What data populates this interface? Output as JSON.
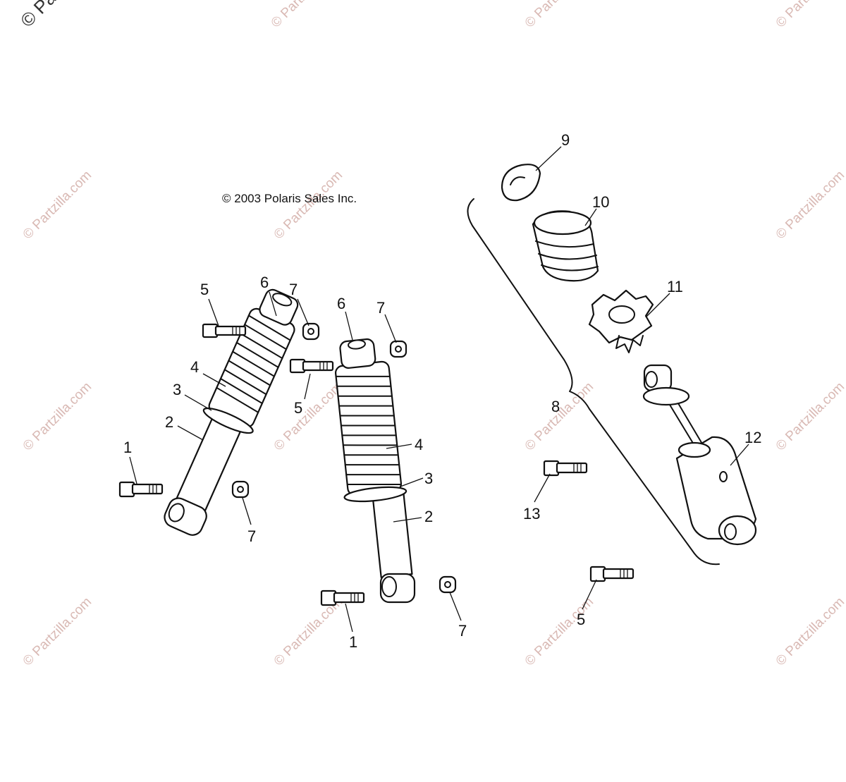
{
  "copyright": "© 2003 Polaris Sales Inc.",
  "watermark": {
    "text": "© Partzilla.com",
    "corner_text": "© Pa",
    "color": "#d9b9b4"
  },
  "callouts": {
    "c1a": "1",
    "c1b": "1",
    "c2a": "2",
    "c2b": "2",
    "c3a": "3",
    "c3b": "3",
    "c4a": "4",
    "c4b": "4",
    "c5a": "5",
    "c5b": "5",
    "c5c": "5",
    "c6a": "6",
    "c6b": "6",
    "c7a": "7",
    "c7b": "7",
    "c7c": "7",
    "c7d": "7",
    "c8": "8",
    "c9": "9",
    "c10": "10",
    "c11": "11",
    "c12": "12",
    "c13": "13"
  }
}
